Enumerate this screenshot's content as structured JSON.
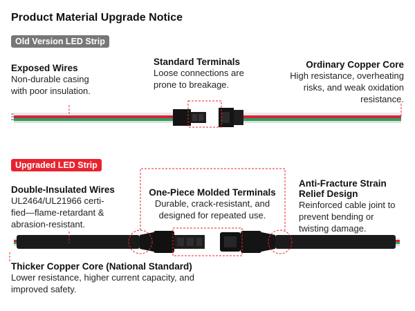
{
  "page_title": "Product Material Upgrade Notice",
  "old_section": {
    "tag": "Old Version LED Strip",
    "callouts": {
      "exposed_wires": {
        "title": "Exposed Wires",
        "lines": [
          "Non-durable casing",
          "with poor insulation."
        ]
      },
      "standard_terminals": {
        "title": "Standard Terminals",
        "lines": [
          "Loose connections are",
          "prone to breakage."
        ]
      },
      "ordinary_copper": {
        "title": "Ordinary Copper Core",
        "lines": [
          "High resistance, overheating",
          "risks, and weak oxidation",
          "resistance."
        ]
      }
    }
  },
  "new_section": {
    "tag": "Upgraded LED Strip",
    "callouts": {
      "double_insulated": {
        "title": "Double-Insulated Wires",
        "lines": [
          "UL2464/UL21966 certi-",
          "fied—flame-retardant &",
          "abrasion-resistant."
        ]
      },
      "molded_terminals": {
        "title": "One-Piece Molded Terminals",
        "lines": [
          "Durable, crack-resistant, and",
          "designed for repeated use."
        ]
      },
      "strain_relief": {
        "title_lines": [
          "Anti-Fracture Strain",
          "Relief Design"
        ],
        "lines": [
          "Reinforced cable joint to",
          "prevent bending or",
          "twisting damage."
        ]
      },
      "thicker_copper": {
        "title": "Thicker Copper Core (National Standard)",
        "lines": [
          "Lower resistance, higher current capacity, and",
          "improved safety."
        ]
      }
    }
  },
  "colors": {
    "accent_red": "#e8232f",
    "old_tag_gray": "#777777",
    "wire_red": "#d8223a",
    "wire_green": "#2e9f5f",
    "wire_white": "#e9e9e9",
    "cable_black": "#1b1b1b"
  }
}
